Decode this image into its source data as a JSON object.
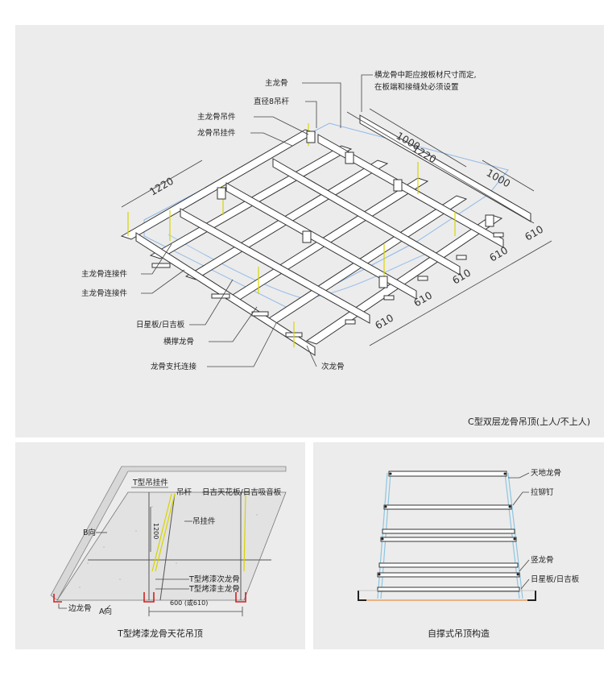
{
  "top": {
    "caption": "C型双层龙骨吊顶(上人/不上人)",
    "labels": {
      "main_keel": "主龙骨",
      "rod8": "直径8吊杆",
      "main_hanger": "主龙骨吊件",
      "keel_hanger": "龙骨吊挂件",
      "main_conn1": "主龙骨连接件",
      "main_conn2": "主龙骨连接件",
      "board": "日星板/日吉板",
      "cross_keel": "横撑龙骨",
      "support_conn": "龙骨支托连接",
      "sub_keel": "次龙骨",
      "note1": "横龙骨中距应按板材尺寸而定,",
      "note2": "在板端和接缝处必须设置"
    },
    "dims": {
      "d1220_left": "1220",
      "d1000_top": "1000",
      "d1220_top": "1220",
      "d1000_right": "1000",
      "d610_1": "610",
      "d610_2": "610",
      "d610_3": "610",
      "d610_4": "610",
      "d610_5": "610"
    }
  },
  "bottom_left": {
    "caption": "T型烤漆龙骨天花吊顶",
    "labels": {
      "t_hanger": "T型吊挂件",
      "rod": "吊杆",
      "board": "日吉天花板/日吉吸音板",
      "hanger": "吊挂件",
      "b_dir": "B向",
      "sub_keel": "T型烤漆次龙骨",
      "main_keel": "T型烤漆主龙骨",
      "edge_keel": "边龙骨",
      "a_dir": "A向",
      "dim_vertical": "1200",
      "dim_bottom": "600 (或610)"
    }
  },
  "bottom_right": {
    "caption": "自撑式吊顶构造",
    "labels": {
      "floor_keel": "天地龙骨",
      "rivet": "拉铆钉",
      "vertical_keel": "竖龙骨",
      "board": "日星板/日吉板"
    }
  }
}
